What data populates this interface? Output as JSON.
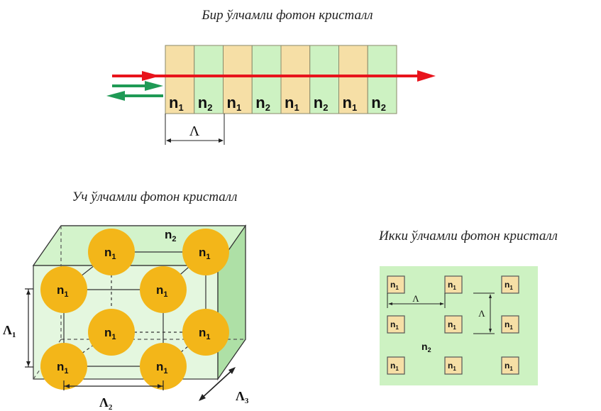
{
  "titles": {
    "one_d": "Бир ўлчамли фотон кристалл",
    "three_d": "Уч ўлчамли фотон кристалл",
    "two_d": "Икки ўлчамли фотон кристалл"
  },
  "one_d": {
    "layers": [
      "n",
      "n",
      "n",
      "n",
      "n",
      "n",
      "n",
      "n"
    ],
    "layer_subs": [
      "1",
      "2",
      "1",
      "2",
      "1",
      "2",
      "1",
      "2"
    ],
    "period_label": "Λ",
    "colors": {
      "n1": "#f6dfa6",
      "n2": "#cdf2c2",
      "incident_arrow": "#e8141c",
      "reflected_arrow": "#1f9a55"
    }
  },
  "three_d": {
    "sphere_label": "n",
    "sphere_sub": "1",
    "matrix_label": "n",
    "matrix_sub": "2",
    "lambda1": "Λ",
    "lambda1_sub": "1",
    "lambda2": "Λ",
    "lambda2_sub": "2",
    "lambda3": "Λ",
    "lambda3_sub": "3",
    "colors": {
      "sphere": "#f3b619",
      "cube": "#c9efc1"
    }
  },
  "two_d": {
    "cell_label": "n",
    "cell_sub": "1",
    "matrix_label": "n",
    "matrix_sub": "2",
    "lambda_h": "Λ",
    "lambda_v": "Λ",
    "colors": {
      "background": "#cdf2c2",
      "cell": "#f6dfa6"
    }
  }
}
